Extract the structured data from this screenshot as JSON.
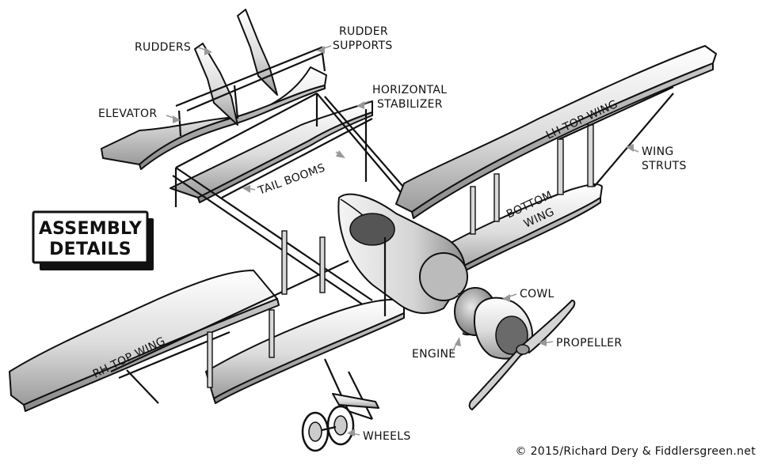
{
  "title_box": {
    "line1": "ASSEMBLY",
    "line2": "DETAILS"
  },
  "labels": {
    "rudders": "RUDDERS",
    "rudder_supports_1": "RUDDER",
    "rudder_supports_2": "SUPPORTS",
    "elevator": "ELEVATOR",
    "horizontal_stabilizer_1": "HORIZONTAL",
    "horizontal_stabilizer_2": "STABILIZER",
    "tail_booms": "TAIL BOOMS",
    "lh_top_wing": "LH TOP WING",
    "wing_struts_1": "WING",
    "wing_struts_2": "STRUTS",
    "bottom_wing_1": "BOTTOM",
    "bottom_wing_2": "WING",
    "cowl": "COWL",
    "propeller": "PROPELLER",
    "engine": "ENGINE",
    "rh_top_wing": "RH TOP WING",
    "wheels": "WHEELS"
  },
  "copyright": "© 2015/Richard Dery & Fiddlersgreen.net"
}
